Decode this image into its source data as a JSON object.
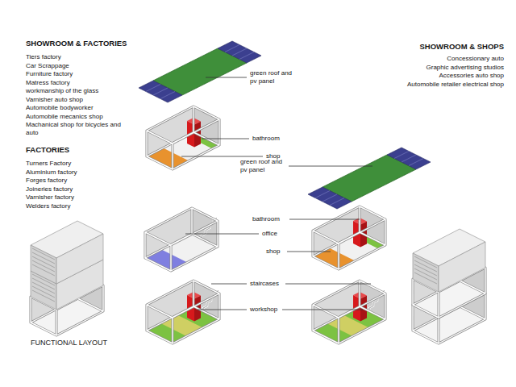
{
  "diagram": {
    "caption": "FUNCTIONAL LAYOUT",
    "labels": [
      "SHOWROOM & FACTORIES",
      "Tiers factory",
      "Car Scrappage",
      "Furniture factory",
      "Matress factory",
      "workmanship of the glass",
      "Varnisher auto shop",
      "Automobile bodyworker",
      "Automobile mecanics shop",
      "Machanical shop for bicycles and auto",
      "FACTORIES",
      "Turners Factory",
      "Aluminium factory",
      "Forges factory",
      "Joineries factory",
      "Varnisher factory",
      "Welders factory",
      "SHOWROOM & SHOPS",
      "Concessionary auto",
      "Graphic advertising studios",
      "Accessories auto shop",
      "Automobile retailer electrical shop",
      "green roof and pv panel",
      "bathroom",
      "shop",
      "green roof and pv panel",
      "bathroom",
      "office",
      "shop",
      "staircases",
      "workshop"
    ]
  }
}
